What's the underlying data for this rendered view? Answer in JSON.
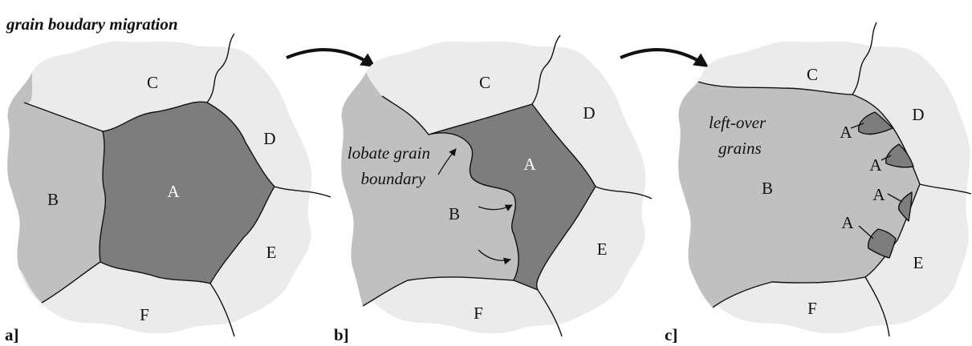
{
  "title": "grain boudary migration",
  "panels": [
    {
      "label": "a]",
      "grains": {
        "A": "A",
        "B": "B",
        "C": "C",
        "D": "D",
        "E": "E",
        "F": "F"
      }
    },
    {
      "label": "b]",
      "grains": {
        "A": "A",
        "B": "B",
        "C": "C",
        "D": "D",
        "E": "E",
        "F": "F"
      },
      "annotation_line1": "lobate grain",
      "annotation_line2": "boundary"
    },
    {
      "label": "c]",
      "grains": {
        "A": "A",
        "B": "B",
        "C": "C",
        "D": "D",
        "E": "E",
        "F": "F"
      },
      "leftover_line1": "left-over",
      "leftover_line2": "grains",
      "leftover_labels": [
        "A",
        "A",
        "A",
        "A"
      ]
    }
  ],
  "colors": {
    "background_grain": "#ebebeb",
    "grain_B": "#c0c0c0",
    "grain_A": "#7d7d7d",
    "outline": "#111111"
  }
}
